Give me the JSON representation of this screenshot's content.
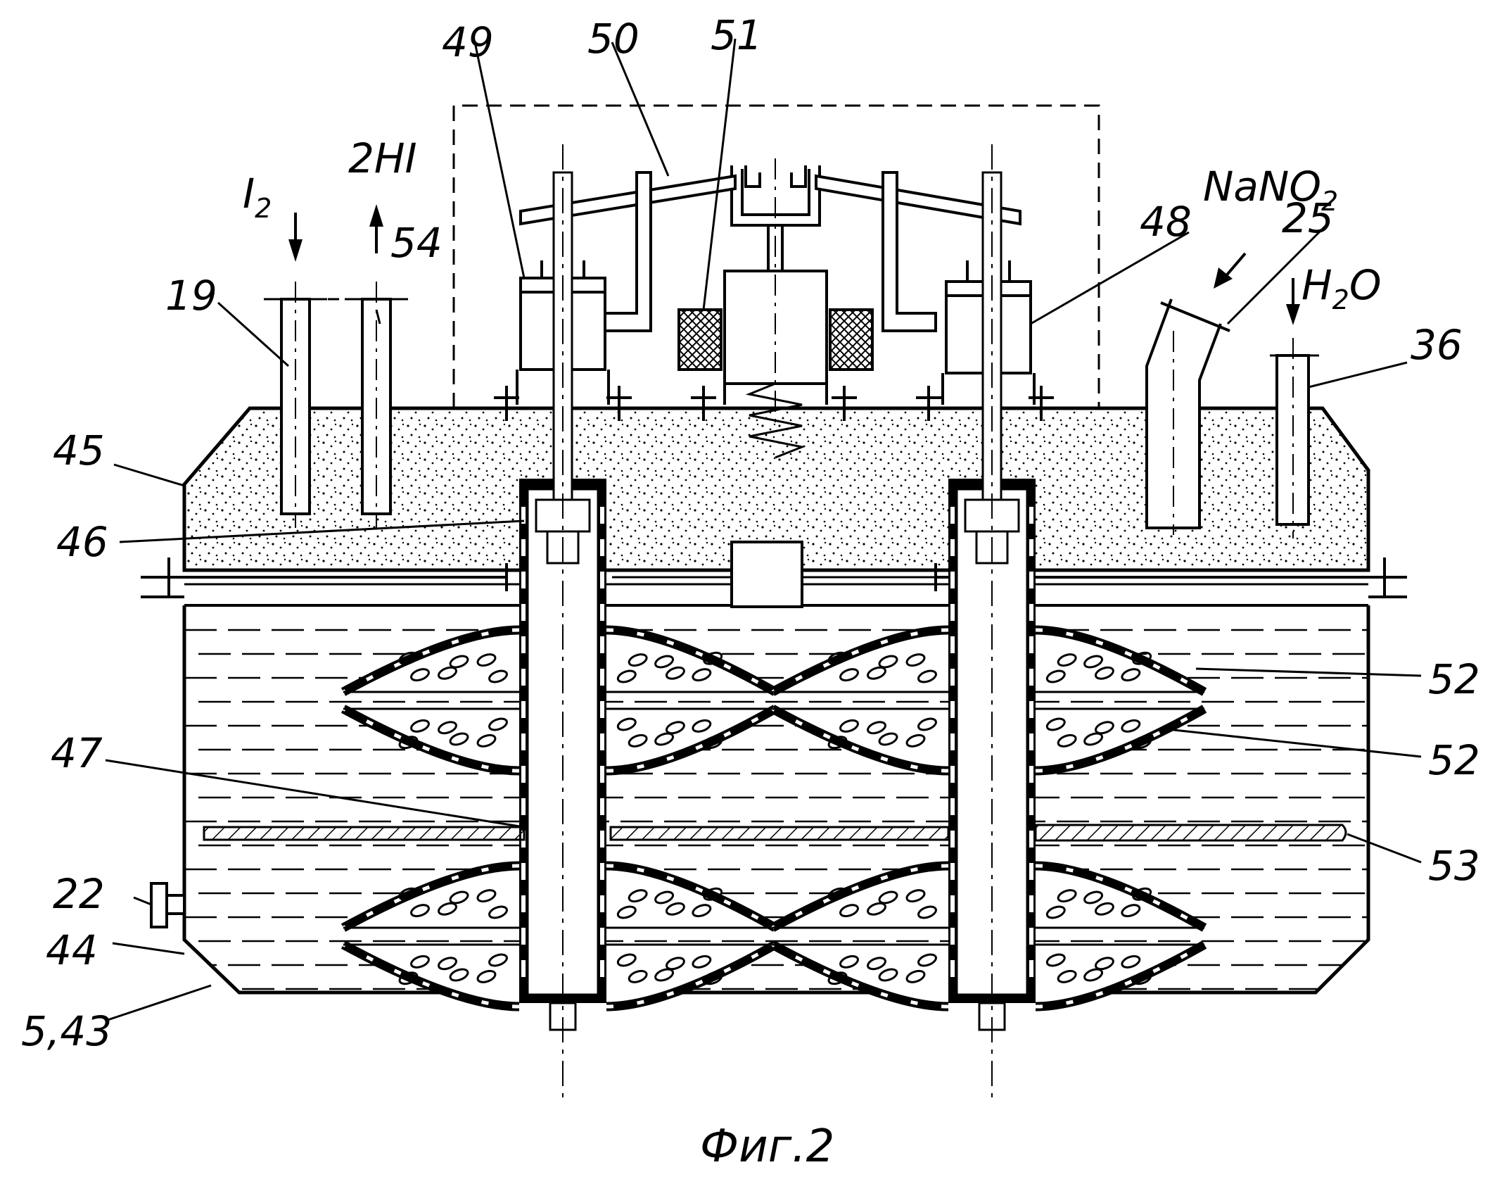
{
  "caption": "Фиг.2",
  "labels": {
    "l19": "19",
    "l22": "22",
    "l25": "25",
    "l36": "36",
    "l44": "44",
    "l45": "45",
    "l46": "46",
    "l47": "47",
    "l48": "48",
    "l49": "49",
    "l50": "50",
    "l51": "51",
    "l52a": "52",
    "l52b": "52",
    "l53": "53",
    "l54": "54",
    "l543": "5,43"
  },
  "flows": {
    "iodine": "I",
    "iodine_sub": "2",
    "hi": "2HI",
    "nitrite": "NaNO",
    "nitrite_sub": "2",
    "water_h": "H",
    "water_sub": "2",
    "water_o": "O"
  }
}
